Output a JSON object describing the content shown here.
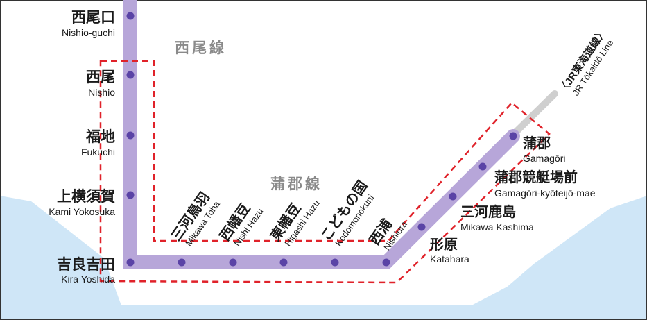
{
  "lines": {
    "nishio_line": "西尾線",
    "gamagori_line": "蒲郡線",
    "jr_tokaido_jp": "〈JR東海道線〉",
    "jr_tokaido_en": "JR Tōkaidō Line"
  },
  "stations": {
    "nishioguchi": {
      "jp": "西尾口",
      "en": "Nishio-guchi"
    },
    "nishio": {
      "jp": "西尾",
      "en": "Nishio"
    },
    "fukuchi": {
      "jp": "福地",
      "en": "Fukuchi"
    },
    "kamiyokosuka": {
      "jp": "上横須賀",
      "en": "Kami Yokosuka"
    },
    "kirayoshida": {
      "jp": "吉良吉田",
      "en": "Kira Yoshida"
    },
    "mikawatoba": {
      "jp": "三河鳥羽",
      "en": "Mikawa Toba"
    },
    "nishihazu": {
      "jp": "西幡豆",
      "en": "Nishi Hazu"
    },
    "higashihazu": {
      "jp": "東幡豆",
      "en": "Higashi Hazu"
    },
    "kodomonokuni": {
      "jp": "こどもの国",
      "en": "Kodomonokuni"
    },
    "nishiura": {
      "jp": "西浦",
      "en": "Nishiura"
    },
    "katahara": {
      "jp": "形原",
      "en": "Katahara"
    },
    "mikawakashima": {
      "jp": "三河鹿島",
      "en": "Mikawa Kashima"
    },
    "kyoteijomae": {
      "jp": "蒲郡競艇場前",
      "en": "Gamagōri-kyōteijō-mae"
    },
    "gamagori": {
      "jp": "蒲郡",
      "en": "Gamagōri"
    }
  },
  "colors": {
    "line": "#b7a6d9",
    "station_dot": "#5a43a6",
    "sea": "#cfe6f7",
    "dashed_box": "#e0222a",
    "jr_line": "#cfcfcf"
  }
}
